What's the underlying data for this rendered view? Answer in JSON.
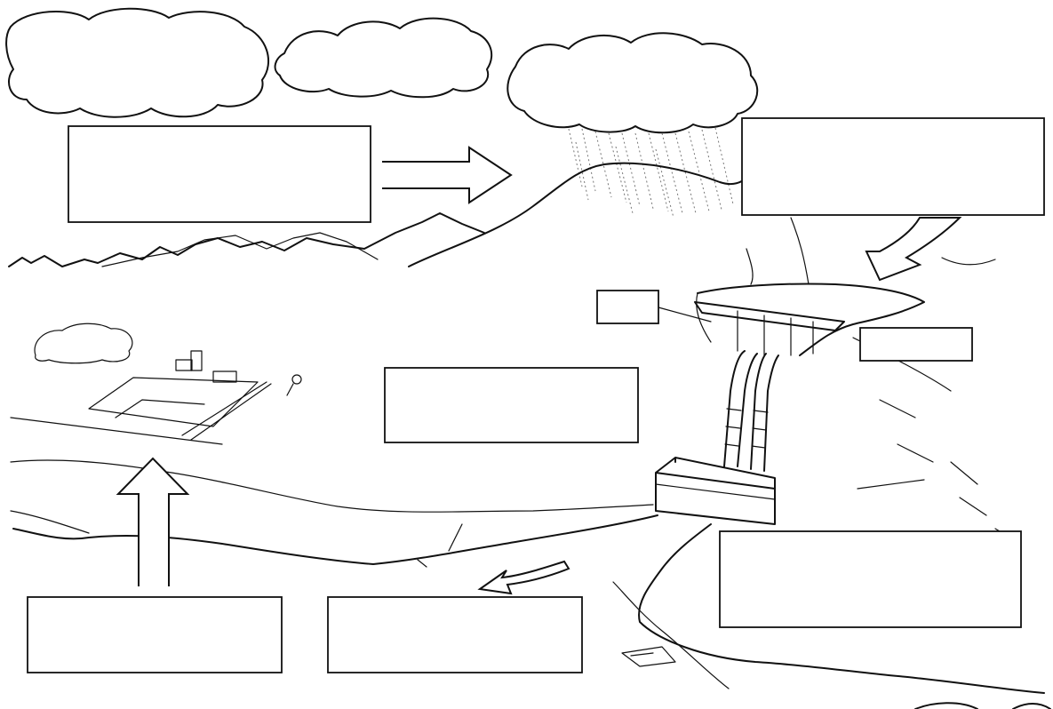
{
  "diagram": {
    "label_boxes": [
      {
        "id": "box-top-left",
        "text": ""
      },
      {
        "id": "box-top-right",
        "text": ""
      },
      {
        "id": "box-dam-left",
        "text": ""
      },
      {
        "id": "box-dam-right",
        "text": ""
      },
      {
        "id": "box-center",
        "text": ""
      },
      {
        "id": "box-bottom-right",
        "text": ""
      },
      {
        "id": "box-bottom-left",
        "text": ""
      },
      {
        "id": "box-bottom-middle",
        "text": ""
      }
    ],
    "colors": {
      "line": "#111111",
      "background": "#ffffff",
      "rain": "#777777"
    }
  }
}
